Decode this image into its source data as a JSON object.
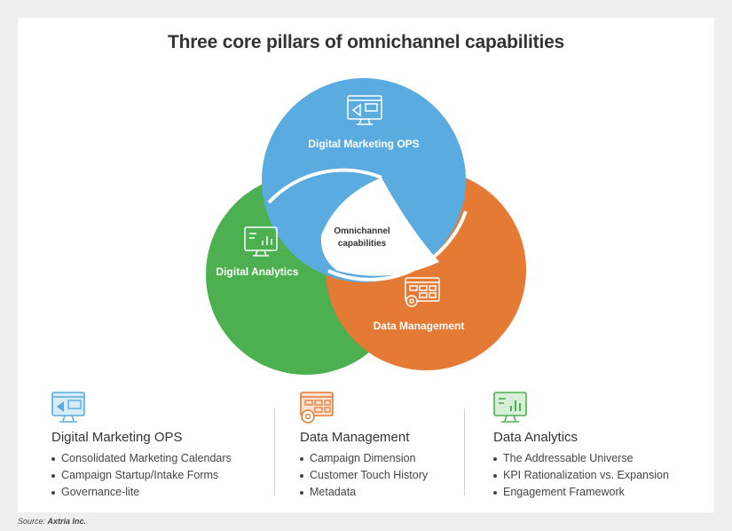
{
  "title": "Three core pillars of omnichannel capabilities",
  "venn": {
    "center_line1": "Omnichannel",
    "center_line2": "capabilities",
    "circles": [
      {
        "label": "Digital Marketing OPS",
        "color": "#5aace0",
        "icon": "marketing-monitor-icon"
      },
      {
        "label": "Digital Analytics",
        "color": "#4caf50",
        "icon": "analytics-monitor-icon"
      },
      {
        "label": "Data Management",
        "color": "#e57a35",
        "icon": "data-gear-icon"
      }
    ]
  },
  "columns": [
    {
      "title": "Digital Marketing OPS",
      "icon": "marketing-monitor-icon",
      "color": "#5aace0",
      "items": [
        "Consolidated Marketing Calendars",
        "Campaign Startup/Intake Forms",
        "Governance-lite"
      ]
    },
    {
      "title": "Data Management",
      "icon": "data-gear-icon",
      "color": "#e57a35",
      "items": [
        "Campaign Dimension",
        "Customer Touch History",
        "Metadata"
      ]
    },
    {
      "title": "Data Analytics",
      "icon": "analytics-monitor-icon",
      "color": "#4caf50",
      "items": [
        "The Addressable Universe",
        "KPI Rationalization vs. Expansion",
        "Engagement Framework"
      ]
    }
  ],
  "source": {
    "prefix": "Source: ",
    "name": "Axtria Inc."
  }
}
